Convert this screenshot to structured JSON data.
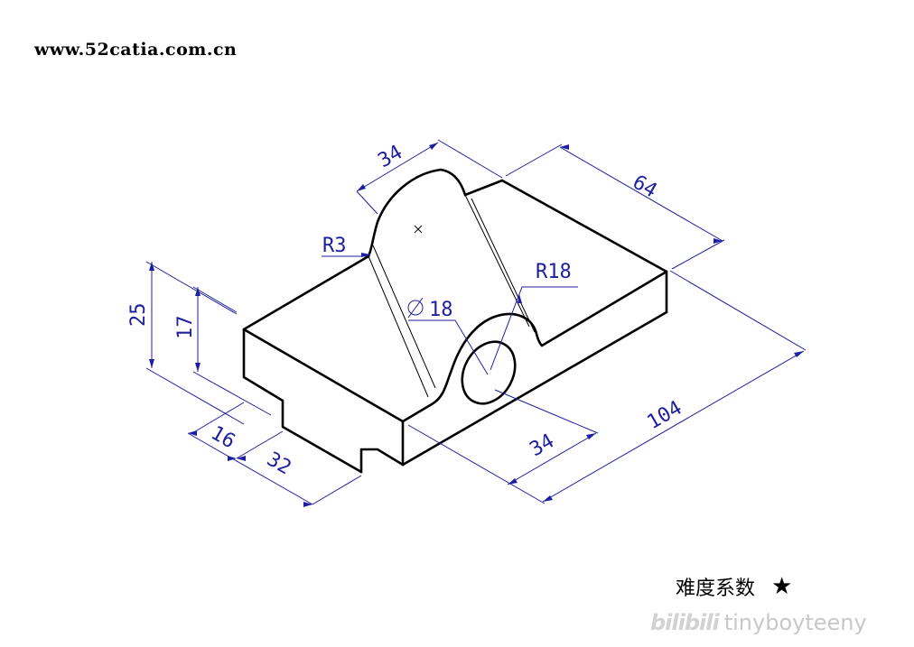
{
  "header": {
    "url": "www.52catia.com.cn"
  },
  "dimensions": {
    "d34_top": "34",
    "d64": "64",
    "r3": "R3",
    "r18": "R18",
    "dia18": "18",
    "d25": "25",
    "d17": "17",
    "d16": "16",
    "d32": "32",
    "d34_bottom": "34",
    "d104": "104"
  },
  "footer": {
    "difficulty_label": "难度系数",
    "difficulty_star": "★",
    "watermark_logo": "bilibili",
    "watermark_user": "tinyboyteeny"
  },
  "colors": {
    "dimension": "#1e1ea0",
    "object": "#000000"
  }
}
